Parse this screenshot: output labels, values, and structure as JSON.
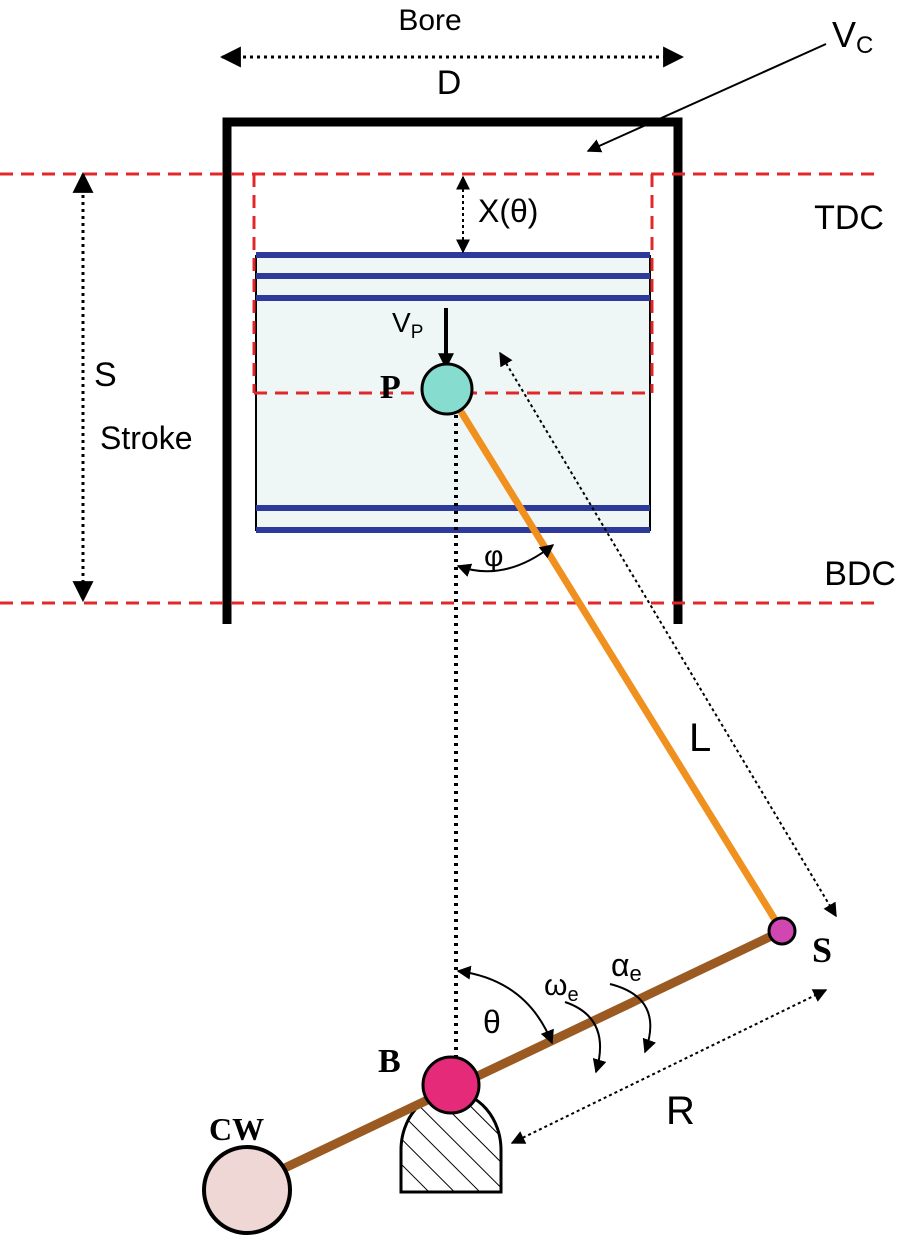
{
  "labels": {
    "bore": "Bore",
    "bore_symbol": "D",
    "clearance_volume": "V",
    "clearance_volume_sub": "C",
    "tdc": "TDC",
    "bdc": "BDC",
    "displacement": "X(θ)",
    "stroke_symbol": "S",
    "stroke": "Stroke",
    "piston_velocity": "V",
    "piston_velocity_sub": "P",
    "piston_pin": "P",
    "rod_angle": "φ",
    "rod_length": "L",
    "crank_pin": "S",
    "crank_angle": "θ",
    "angular_velocity": "ω",
    "angular_velocity_sub": "e",
    "angular_acceleration": "α",
    "angular_acceleration_sub": "e",
    "crank_center": "B",
    "counterweight": "CW",
    "crank_radius": "R"
  },
  "colors": {
    "reference_line": "#e0282a",
    "piston_ring": "#2e3a9a",
    "piston_fill": "#eef7f6",
    "connecting_rod": "#f0901e",
    "crank_arm": "#9a5a22",
    "piston_pin": "#86dccf",
    "crank_pin": "#d047b2",
    "crank_center": "#e52a7a",
    "counterweight": "#efd7d6",
    "cylinder_wall": "#000000"
  }
}
